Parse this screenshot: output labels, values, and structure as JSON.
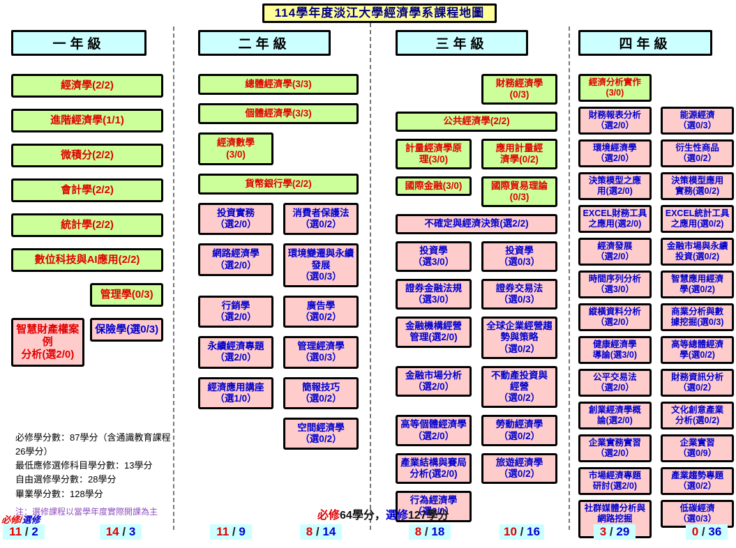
{
  "title": "114學年度淡江大學經濟學系課程地圖",
  "colors": {
    "title_bg": "#ffff99",
    "header_bg": "#ccffff",
    "required_bg": "#ccff99",
    "elective_bg": "#ffcccc",
    "required_text": "#e00000",
    "elective_text": "#0000cc",
    "badge_bg": "#ccffff",
    "remark_text": "#9050c0"
  },
  "columns": [
    {
      "header": "一年級",
      "rows": [
        {
          "cells": [
            {
              "span": "full",
              "type": "required",
              "lines": [
                "經濟學(2/2)"
              ]
            }
          ]
        },
        {
          "cells": [
            {
              "span": "full",
              "type": "required",
              "lines": [
                "進階經濟學(1/1)"
              ]
            }
          ]
        },
        {
          "cells": [
            {
              "span": "full",
              "type": "required",
              "lines": [
                "微積分(2/2)"
              ]
            }
          ]
        },
        {
          "cells": [
            {
              "span": "full",
              "type": "required",
              "lines": [
                "會計學(2/2)"
              ]
            }
          ]
        },
        {
          "cells": [
            {
              "span": "full",
              "type": "required",
              "lines": [
                "統計學(2/2)"
              ]
            }
          ]
        },
        {
          "cells": [
            {
              "span": "full",
              "type": "required",
              "lines": [
                "數位科技與AI應用(2/2)"
              ]
            }
          ]
        },
        {
          "cells": [
            {
              "span": "right",
              "type": "required",
              "lines": [
                "管理學(0/3)"
              ]
            }
          ]
        },
        {
          "cells": [
            {
              "span": "left",
              "type": "elective",
              "text_color": "red",
              "lines": [
                "智慧財產權案例",
                "分析(選2/0)"
              ]
            },
            {
              "span": "right",
              "type": "elective",
              "lines": [
                "保險學(選0/3)"
              ]
            }
          ]
        }
      ]
    },
    {
      "header": "二年級",
      "rows": [
        {
          "cells": [
            {
              "span": "full",
              "type": "required",
              "lines": [
                "總體經濟學(3/3)"
              ]
            }
          ]
        },
        {
          "cells": [
            {
              "span": "full",
              "type": "required",
              "lines": [
                "個體經濟學(3/3)"
              ]
            }
          ]
        },
        {
          "cells": [
            {
              "span": "left",
              "type": "required",
              "lines": [
                "經濟數學",
                "(3/0)"
              ]
            }
          ]
        },
        {
          "cells": [
            {
              "span": "full",
              "type": "required",
              "lines": [
                "貨幣銀行學(2/2)"
              ]
            }
          ]
        },
        {
          "cells": [
            {
              "span": "left",
              "type": "elective",
              "lines": [
                "投資實務",
                "（選2/0）"
              ]
            },
            {
              "span": "right",
              "type": "elective",
              "lines": [
                "消費者保護法",
                "（選0/2）"
              ]
            }
          ]
        },
        {
          "cells": [
            {
              "span": "left",
              "type": "elective",
              "lines": [
                "網路經濟學",
                "（選2/0）"
              ]
            },
            {
              "span": "right",
              "type": "elective",
              "lines": [
                "環境變遷與永續",
                "發展",
                "（選0/3）"
              ]
            }
          ]
        },
        {
          "cells": [
            {
              "span": "left",
              "type": "elective",
              "lines": [
                "行銷學",
                "（選2/0）"
              ]
            },
            {
              "span": "right",
              "type": "elective",
              "lines": [
                "廣告學",
                "（選0/2）"
              ]
            }
          ]
        },
        {
          "cells": [
            {
              "span": "left",
              "type": "elective",
              "lines": [
                "永續經濟專題",
                "（選2/0）"
              ]
            },
            {
              "span": "right",
              "type": "elective",
              "lines": [
                "管理經濟學",
                "（選0/3）"
              ]
            }
          ]
        },
        {
          "cells": [
            {
              "span": "left",
              "type": "elective",
              "lines": [
                "經濟應用講座",
                "（選1/0）"
              ]
            },
            {
              "span": "right",
              "type": "elective",
              "lines": [
                "簡報技巧",
                "（選0/2）"
              ]
            }
          ]
        },
        {
          "cells": [
            {
              "span": "right",
              "type": "elective",
              "lines": [
                "空間經濟學",
                "（選0/2）"
              ]
            }
          ]
        }
      ]
    },
    {
      "header": "三年級",
      "rows": [
        {
          "cells": [
            {
              "span": "right",
              "type": "required",
              "lines": [
                "財務經濟學",
                "(0/3)"
              ]
            }
          ]
        },
        {
          "cells": [
            {
              "span": "full",
              "type": "required",
              "lines": [
                "公共經濟學(2/2)"
              ]
            }
          ]
        },
        {
          "cells": [
            {
              "span": "left",
              "type": "required",
              "lines": [
                "計量經濟學原",
                "理(3/0)"
              ]
            },
            {
              "span": "right",
              "type": "required",
              "lines": [
                "應用計量經",
                "濟學(0/2)"
              ]
            }
          ]
        },
        {
          "cells": [
            {
              "span": "left",
              "type": "required",
              "lines": [
                "國際金融(3/0)"
              ]
            },
            {
              "span": "right",
              "type": "required",
              "lines": [
                "國際貿易理論",
                "(0/3)"
              ]
            }
          ]
        },
        {
          "cells": [
            {
              "span": "full",
              "type": "elective",
              "lines": [
                "不確定與經濟決策(選2/2)"
              ]
            }
          ]
        },
        {
          "cells": [
            {
              "span": "left",
              "type": "elective",
              "lines": [
                "投資學",
                "（選3/0）"
              ]
            },
            {
              "span": "right",
              "type": "elective",
              "lines": [
                "投資學",
                "（選0/3）"
              ]
            }
          ]
        },
        {
          "cells": [
            {
              "span": "left",
              "type": "elective",
              "lines": [
                "證券金融法規",
                "（選3/0）"
              ]
            },
            {
              "span": "right",
              "type": "elective",
              "lines": [
                "證券交易法",
                "（選0/3）"
              ]
            }
          ]
        },
        {
          "cells": [
            {
              "span": "left",
              "type": "elective",
              "lines": [
                "金融機構經營",
                "管理(選2/0)"
              ]
            },
            {
              "span": "right",
              "type": "elective",
              "lines": [
                "全球企業經營趨",
                "勢與策略",
                "（選0/2）"
              ]
            }
          ]
        },
        {
          "cells": [
            {
              "span": "left",
              "type": "elective",
              "lines": [
                "金融市場分析",
                "（選2/0）"
              ]
            },
            {
              "span": "right",
              "type": "elective",
              "lines": [
                "不動產投資與",
                "經營",
                "（選0/2）"
              ]
            }
          ]
        },
        {
          "cells": [
            {
              "span": "left",
              "type": "elective",
              "lines": [
                "高等個體經濟學",
                "（選2/0）"
              ]
            },
            {
              "span": "right",
              "type": "elective",
              "lines": [
                "勞動經濟學",
                "（選0/2）"
              ]
            }
          ]
        },
        {
          "cells": [
            {
              "span": "left",
              "type": "elective",
              "lines": [
                "產業結構與賽局",
                "分析(選2/0)"
              ]
            },
            {
              "span": "right",
              "type": "elective",
              "lines": [
                "旅遊經濟學",
                "（選0/2）"
              ]
            }
          ]
        },
        {
          "cells": [
            {
              "span": "left",
              "type": "elective",
              "lines": [
                "行為經濟學",
                "（選2/0）"
              ]
            }
          ]
        }
      ]
    },
    {
      "header": "四年級",
      "rows": [
        {
          "cells": [
            {
              "span": "left",
              "type": "required",
              "lines": [
                "經濟分析實作",
                "(3/0)"
              ]
            }
          ]
        },
        {
          "cells": [
            {
              "span": "left",
              "type": "elective",
              "lines": [
                "財務報表分析",
                "（選2/0）"
              ]
            },
            {
              "span": "right",
              "type": "elective",
              "lines": [
                "能源經濟",
                "（選0/3）"
              ]
            }
          ]
        },
        {
          "cells": [
            {
              "span": "left",
              "type": "elective",
              "lines": [
                "環境經濟學",
                "（選2/0）"
              ]
            },
            {
              "span": "right",
              "type": "elective",
              "lines": [
                "衍生性商品",
                "（選0/2）"
              ]
            }
          ]
        },
        {
          "cells": [
            {
              "span": "left",
              "type": "elective",
              "lines": [
                "決策模型之應",
                "用(選2/0)"
              ]
            },
            {
              "span": "right",
              "type": "elective",
              "lines": [
                "決策模型應用",
                "實務(選0/2)"
              ]
            }
          ]
        },
        {
          "cells": [
            {
              "span": "left",
              "type": "elective",
              "lines": [
                "EXCEL財務工具",
                "之應用(選2/0)"
              ]
            },
            {
              "span": "right",
              "type": "elective",
              "lines": [
                "EXCEL統計工具",
                "之應用(選0/2)"
              ]
            }
          ]
        },
        {
          "cells": [
            {
              "span": "left",
              "type": "elective",
              "lines": [
                "經濟發展",
                "（選2/0）"
              ]
            },
            {
              "span": "right",
              "type": "elective",
              "lines": [
                "金融市場與永續",
                "投資(選0/2)"
              ]
            }
          ]
        },
        {
          "cells": [
            {
              "span": "left",
              "type": "elective",
              "lines": [
                "時間序列分析",
                "（選3/0）"
              ]
            },
            {
              "span": "right",
              "type": "elective",
              "lines": [
                "智慧應用經濟",
                "學(選0/2)"
              ]
            }
          ]
        },
        {
          "cells": [
            {
              "span": "left",
              "type": "elective",
              "lines": [
                "縱橫資料分析",
                "（選2/0）"
              ]
            },
            {
              "span": "right",
              "type": "elective",
              "lines": [
                "商業分析與數",
                "據挖掘(選0/3)"
              ]
            }
          ]
        },
        {
          "cells": [
            {
              "span": "left",
              "type": "elective",
              "lines": [
                "健康經濟學",
                "導論(選3/0)"
              ]
            },
            {
              "span": "right",
              "type": "elective",
              "lines": [
                "高等總體經濟",
                "學(選0/2)"
              ]
            }
          ]
        },
        {
          "cells": [
            {
              "span": "left",
              "type": "elective",
              "lines": [
                "公平交易法",
                "（選2/0）"
              ]
            },
            {
              "span": "right",
              "type": "elective",
              "lines": [
                "財務資訊分析",
                "（選0/2）"
              ]
            }
          ]
        },
        {
          "cells": [
            {
              "span": "left",
              "type": "elective",
              "lines": [
                "創業經濟學概",
                "論(選2/0)"
              ]
            },
            {
              "span": "right",
              "type": "elective",
              "lines": [
                "文化創意產業",
                "分析(選0/2)"
              ]
            }
          ]
        },
        {
          "cells": [
            {
              "span": "left",
              "type": "elective",
              "lines": [
                "企業實務實習",
                "（選2/0）"
              ]
            },
            {
              "span": "right",
              "type": "elective",
              "lines": [
                "企業實習",
                "（選0/9）"
              ]
            }
          ]
        },
        {
          "cells": [
            {
              "span": "left",
              "type": "elective",
              "lines": [
                "市場經濟專題",
                "研討(選2/0)"
              ]
            },
            {
              "span": "right",
              "type": "elective",
              "lines": [
                "產業趨勢專題",
                "（選0/2）"
              ]
            }
          ]
        },
        {
          "cells": [
            {
              "span": "left",
              "type": "elective",
              "lines": [
                "社群媒體分析與",
                "網路挖掘",
                "（選3/0）"
              ]
            },
            {
              "span": "right",
              "type": "elective",
              "lines": [
                "低碳經濟",
                "（選0/3）"
              ]
            }
          ]
        }
      ]
    }
  ],
  "notes": {
    "lines": [
      "必修學分數：87學分（含通識教育課程26學分）",
      "最低應修選修科目學分數：13學分",
      "自由選修學分數：28學分",
      "畢業學分數：128學分"
    ],
    "remark": "注：選修課程以當學年度實際開課為主"
  },
  "legend_parts": [
    {
      "text": "必修",
      "color": "red"
    },
    {
      "text": "/",
      "color": "red"
    },
    {
      "text": "選修",
      "color": "blue"
    }
  ],
  "summary_parts": [
    {
      "text": "必修",
      "color": "red"
    },
    {
      "text": "64學分，",
      "color": "black"
    },
    {
      "text": "選修",
      "color": "blue"
    },
    {
      "text": "127學分",
      "color": "black"
    }
  ],
  "badge_separator": "/",
  "badges": [
    {
      "required": "11",
      "elective": "2"
    },
    {
      "required": "14",
      "elective": "3"
    },
    {
      "required": "11",
      "elective": "9"
    },
    {
      "required": "8",
      "elective": "14"
    },
    {
      "required": "8",
      "elective": "18"
    },
    {
      "required": "10",
      "elective": "16"
    },
    {
      "required": "3",
      "elective": "29"
    },
    {
      "required": "0",
      "elective": "36"
    }
  ]
}
